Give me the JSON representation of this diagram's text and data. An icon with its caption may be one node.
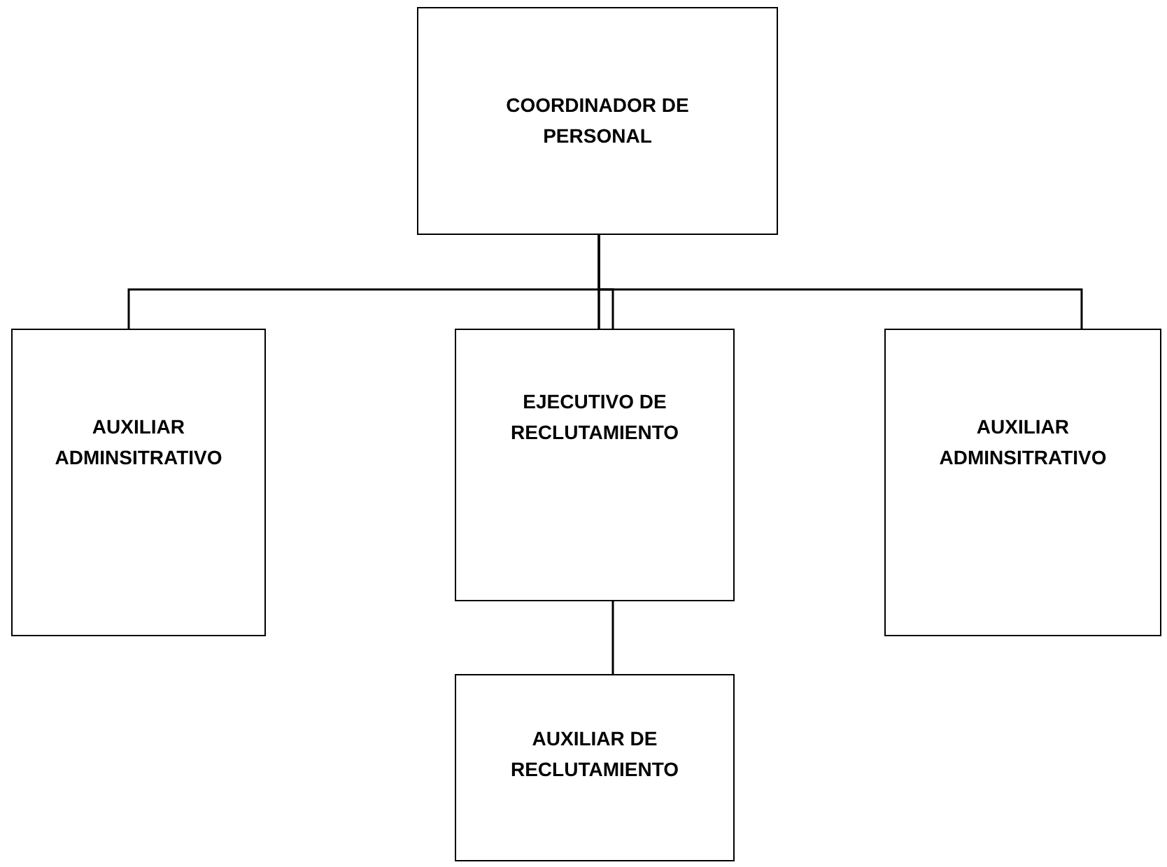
{
  "diagram": {
    "nodes": [
      {
        "text": [
          "COORDINADOR DE PERSONAL"
        ]
      },
      {
        "text": [
          "AUXILIAR ADMINSITRATIVO"
        ]
      },
      {
        "text": [
          "EJECUTIVO DE RECLUTAMIENTO"
        ]
      },
      {
        "text": [
          "AUXILIAR ADMINSITRATIVO"
        ]
      },
      {
        "text": [
          "AUXILIAR DE RECLUTAMIENTO"
        ]
      }
    ],
    "edges": [
      {
        "from": 0,
        "to": 1,
        "arrow": "none"
      },
      {
        "from": 0,
        "to": 2,
        "arrow": "none"
      },
      {
        "from": 0,
        "to": 3,
        "arrow": "none"
      },
      {
        "from": 2,
        "to": 4,
        "arrow": "none"
      }
    ]
  }
}
